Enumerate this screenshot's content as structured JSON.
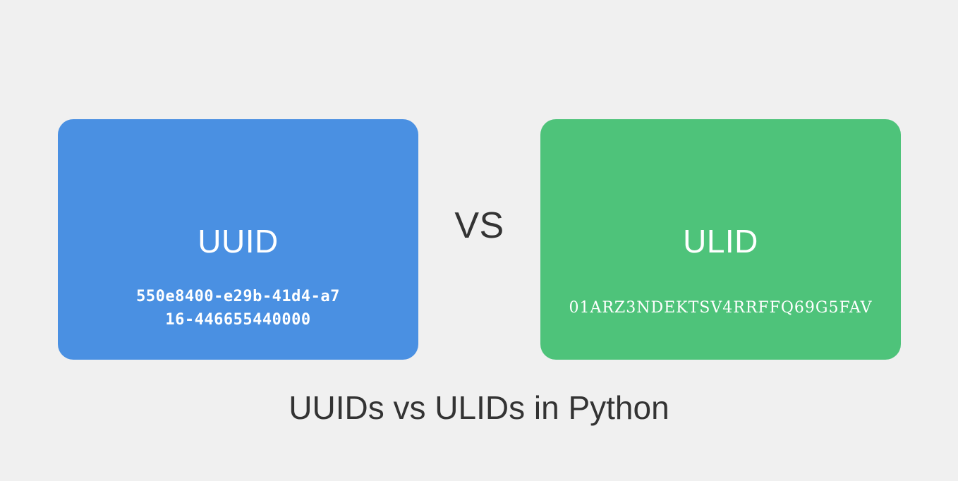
{
  "background_color": "#f0f0f0",
  "comparison": {
    "divider_label": "VS",
    "cards": [
      {
        "title": "UUID",
        "value": "550e8400-e29b-41d4-a716-446655440000",
        "color": "#4a90e2"
      },
      {
        "title": "ULID",
        "value": "01ARZ3NDEKTSV4RRFFQ69G5FAV",
        "color": "#4ec37a"
      }
    ]
  },
  "caption": {
    "text": "UUIDs vs ULIDs in Python",
    "color": "#333333"
  }
}
